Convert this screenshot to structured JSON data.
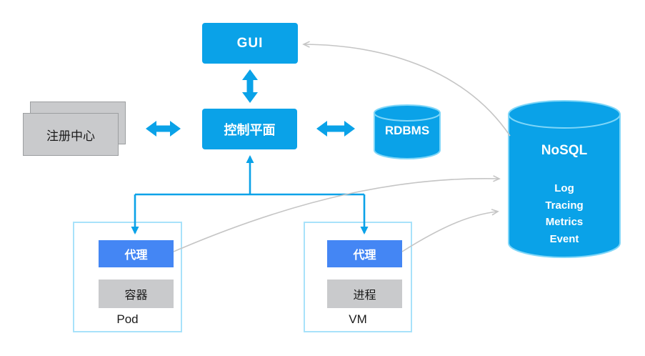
{
  "diagram": {
    "gui": {
      "label": "GUI"
    },
    "control_plane": {
      "label": "控制平面"
    },
    "registry": {
      "label": "注册中心"
    },
    "rdbms": {
      "label": "RDBMS"
    },
    "nosql": {
      "title": "NoSQL",
      "lines": [
        "Log",
        "Tracing",
        "Metrics",
        "Event"
      ]
    },
    "pod": {
      "agent": "代理",
      "inner": "容器",
      "label": "Pod"
    },
    "vm": {
      "agent": "代理",
      "inner": "进程",
      "label": "VM"
    }
  },
  "colors": {
    "primary_blue": "#0AA2E8",
    "agent_blue": "#4486F4",
    "gray_fill": "#C9CACC",
    "gray_border": "#9C9EA0",
    "host_border": "#A8E2FA",
    "connector_gray": "#C5C5C5",
    "cylinder_highlight": "#7FD6F8",
    "label_text": "#1A1A1A",
    "box_text": "#FFFFFF"
  }
}
